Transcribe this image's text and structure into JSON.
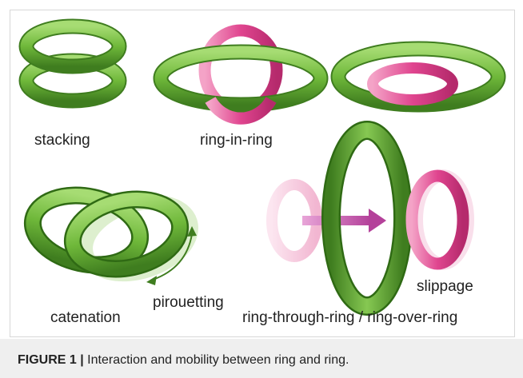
{
  "labels": {
    "stacking": "stacking",
    "ring_in_ring": "ring-in-ring",
    "catenation": "catenation",
    "pirouetting": "pirouetting",
    "ring_through_ring": "ring-through-ring / ring-over-ring",
    "slippage": "slippage"
  },
  "caption": {
    "figure_label": "FIGURE 1 |",
    "text": "Interaction and mobility between ring and ring."
  },
  "colors": {
    "green_ring": "#6fb83a",
    "green_dark": "#3f7d1f",
    "pink_ring": "#e0458f",
    "pink_light": "#f4a3c7",
    "arrow": "#d06ab3"
  }
}
